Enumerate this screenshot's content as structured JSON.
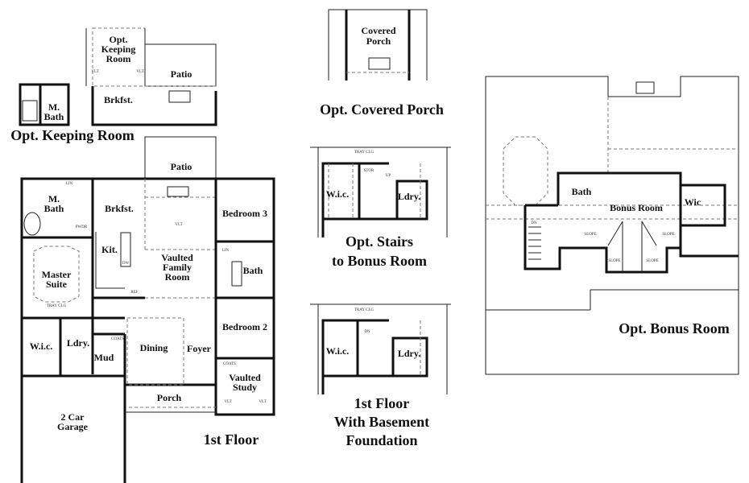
{
  "titles": {
    "keeping": "Opt. Keeping Room",
    "covered_porch": "Opt. Covered Porch",
    "stairs_1": "Opt. Stairs",
    "stairs_2": "to Bonus Room",
    "first_floor": "1st Floor",
    "basement_1": "1st Floor",
    "basement_2": "With Basement",
    "basement_3": "Foundation",
    "bonus": "Opt. Bonus Room"
  },
  "keeping_room": {
    "keeping_1": "Opt.",
    "keeping_2": "Keeping",
    "keeping_3": "Room",
    "patio": "Patio",
    "brkfst": "Brkfst.",
    "mbath_1": "M.",
    "mbath_2": "Bath",
    "vlt": "VLT"
  },
  "covered_porch": {
    "label_1": "Covered",
    "label_2": "Porch"
  },
  "first_floor": {
    "patio": "Patio",
    "mbath_1": "M.",
    "mbath_2": "Bath",
    "brkfst": "Brkfst.",
    "bedroom3": "Bedroom 3",
    "kit": "Kit.",
    "family_1": "Vaulted",
    "family_2": "Family",
    "family_3": "Room",
    "master_1": "Master",
    "master_2": "Suite",
    "tray": "TRAY CLG",
    "bath": "Bath",
    "bedroom2": "Bedroom 2",
    "wic": "W.i.c.",
    "ldry": "Ldry.",
    "mud": "Mud",
    "dining": "Dining",
    "foyer": "Foyer",
    "study_1": "Vaulted",
    "study_2": "Study",
    "porch": "Porch",
    "garage_1": "2 Car",
    "garage_2": "Garage",
    "coats": "COATS",
    "lin": "LIN",
    "pwdr": "PWDR",
    "dw": "DW",
    "ref": "REF",
    "vlt": "VLT"
  },
  "stairs_inset": {
    "tray": "TRAY CLG",
    "wic": "W.i.c.",
    "ldry": "Ldry.",
    "stor": "STOR",
    "up": "UP"
  },
  "basement_inset": {
    "tray": "TRAY CLG",
    "wic": "W.i.c.",
    "ldry": "Ldry.",
    "dn": "DN"
  },
  "bonus_room": {
    "bath": "Bath",
    "bonus": "Bonus Room",
    "wic": "Wic",
    "slope": "SLOPE",
    "dn": "DN"
  }
}
